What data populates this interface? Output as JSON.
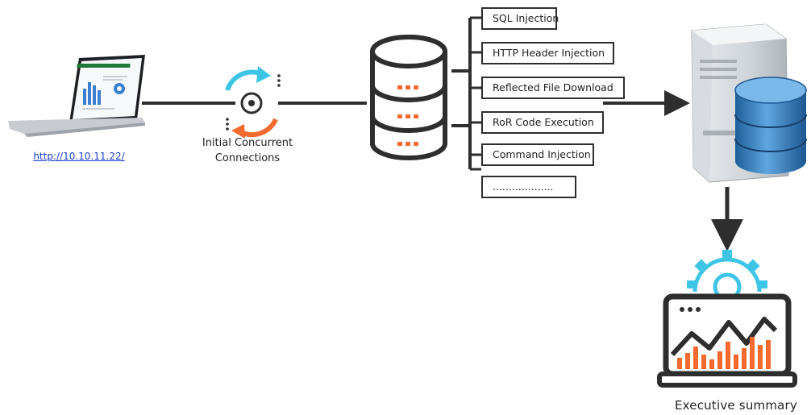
{
  "client": {
    "url": "http://10.10.11.22/",
    "icon": "laptop-icon"
  },
  "connections": {
    "line1": "Initial Concurrent",
    "line2": "Connections",
    "icon": "sync-connections-icon"
  },
  "database": {
    "icon": "database-stack-icon"
  },
  "attacks": [
    {
      "label": "SQL Injection"
    },
    {
      "label": "HTTP Header Injection"
    },
    {
      "label": "Reflected File Download"
    },
    {
      "label": "RoR Code Execution"
    },
    {
      "label": "Command Injection"
    },
    {
      "label": "..................."
    }
  ],
  "server": {
    "icon": "server-database-icon"
  },
  "report": {
    "label": "Executive summary",
    "icon": "executive-summary-chart-icon"
  },
  "colors": {
    "line": "#2e2e2e",
    "orange": "#f26a2e",
    "cyan": "#3ec5e6",
    "link": "#1a3ec9",
    "db_blue": "#2d78b8"
  }
}
